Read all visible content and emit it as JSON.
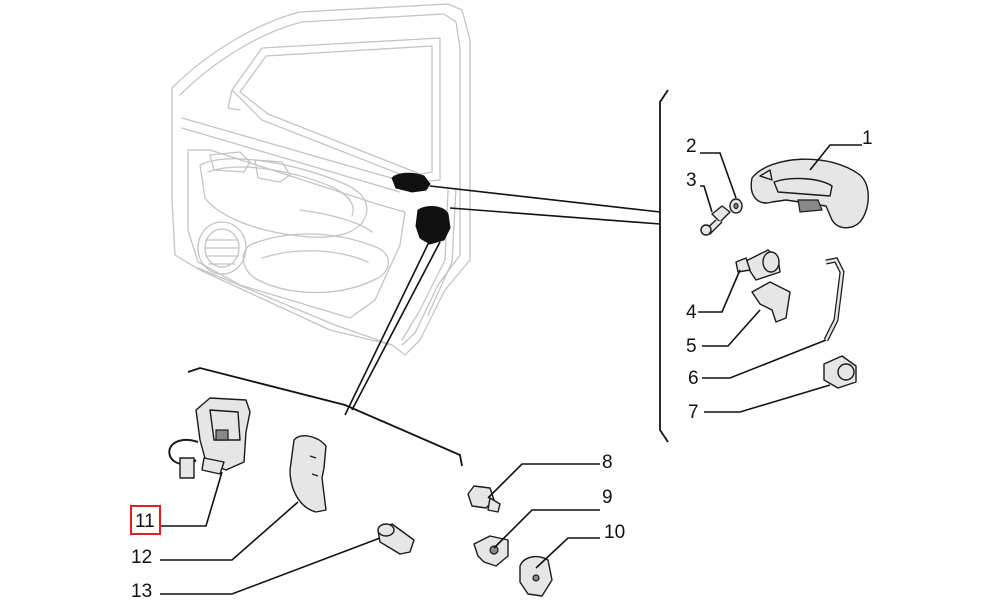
{
  "callouts": {
    "c1": "1",
    "c2": "2",
    "c3": "3",
    "c4": "4",
    "c5": "5",
    "c6": "6",
    "c7": "7",
    "c8": "8",
    "c9": "9",
    "c10": "10",
    "c11": "11",
    "c12": "12",
    "c13": "13"
  },
  "highlighted_callout": "11",
  "colors": {
    "highlight": "#e02020",
    "ink": "#111111",
    "outline": "#c4c4c4"
  }
}
